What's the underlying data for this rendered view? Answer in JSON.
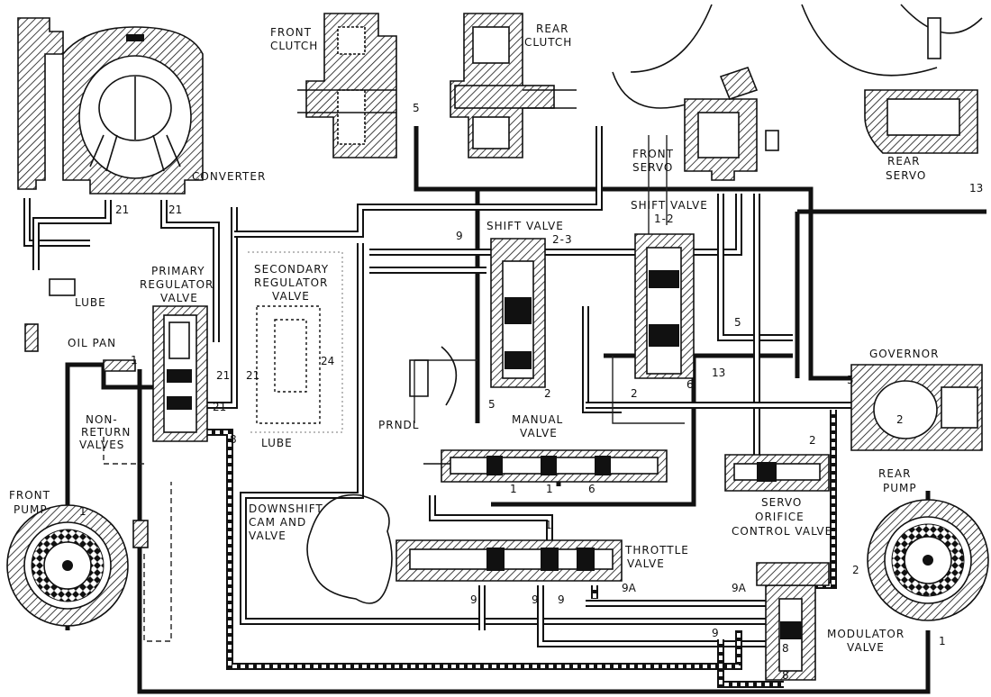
{
  "labels": {
    "front_clutch": [
      "FRONT",
      "CLUTCH"
    ],
    "rear_clutch": [
      "REAR",
      "CLUTCH"
    ],
    "converter": "CONVERTER",
    "front_servo": [
      "FRONT",
      "SERVO"
    ],
    "rear_servo": [
      "REAR",
      "SERVO"
    ],
    "shift_valve_23": [
      "SHIFT VALVE",
      "2-3"
    ],
    "shift_valve_12": [
      "SHIFT VALVE",
      "1-2"
    ],
    "primary_regulator": [
      "PRIMARY",
      "REGULATOR",
      "VALVE"
    ],
    "secondary_regulator": [
      "SECONDARY",
      "REGULATOR",
      "VALVE"
    ],
    "lube_left": "LUBE",
    "lube_center": "LUBE",
    "oil_pan": "OIL PAN",
    "governor": "GOVERNOR",
    "non_return": [
      "NON-",
      "RETURN",
      "VALVES"
    ],
    "prndl": "PRNDL",
    "manual_valve": [
      "MANUAL",
      "VALVE"
    ],
    "front_pump": [
      "FRONT",
      "PUMP"
    ],
    "rear_pump": [
      "REAR",
      "PUMP"
    ],
    "servo_orifice": [
      "SERVO",
      "ORIFICE",
      "CONTROL VALVE"
    ],
    "downshift": [
      "DOWNSHIFT",
      "CAM AND",
      "VALVE"
    ],
    "throttle_valve": [
      "THROTTLE",
      "VALVE"
    ],
    "modulator_valve": [
      "MODULATOR",
      "VALVE"
    ]
  },
  "line_numbers": {
    "n5_clutch": "5",
    "n13_servo": "13",
    "n21_a": "21",
    "n21_b": "21",
    "n21_c": "21",
    "n21_d": "21",
    "n21_e": "21",
    "n24": "24",
    "n9_top": "9",
    "n1_oilpan": "1",
    "n5_mid": "5",
    "n13_mid": "13",
    "n2_a": "2",
    "n2_b": "2",
    "n6_a": "6",
    "n5_gov": "5",
    "n2_gov": "2",
    "n8_a": "8",
    "n5_manual": "5",
    "n1_a": "1",
    "n1_b": "1",
    "n6_b": "6",
    "n1_pump": "1",
    "n2_servo": "2",
    "n1_throttle": "1",
    "n9_a": "9",
    "n9_b": "9",
    "n9_c": "9",
    "n9a_a": "9A",
    "n9a_b": "9A",
    "n2_rear": "2",
    "n9_mod": "9",
    "n8_b": "8",
    "n8_c": "8",
    "n1_rear": "1"
  }
}
